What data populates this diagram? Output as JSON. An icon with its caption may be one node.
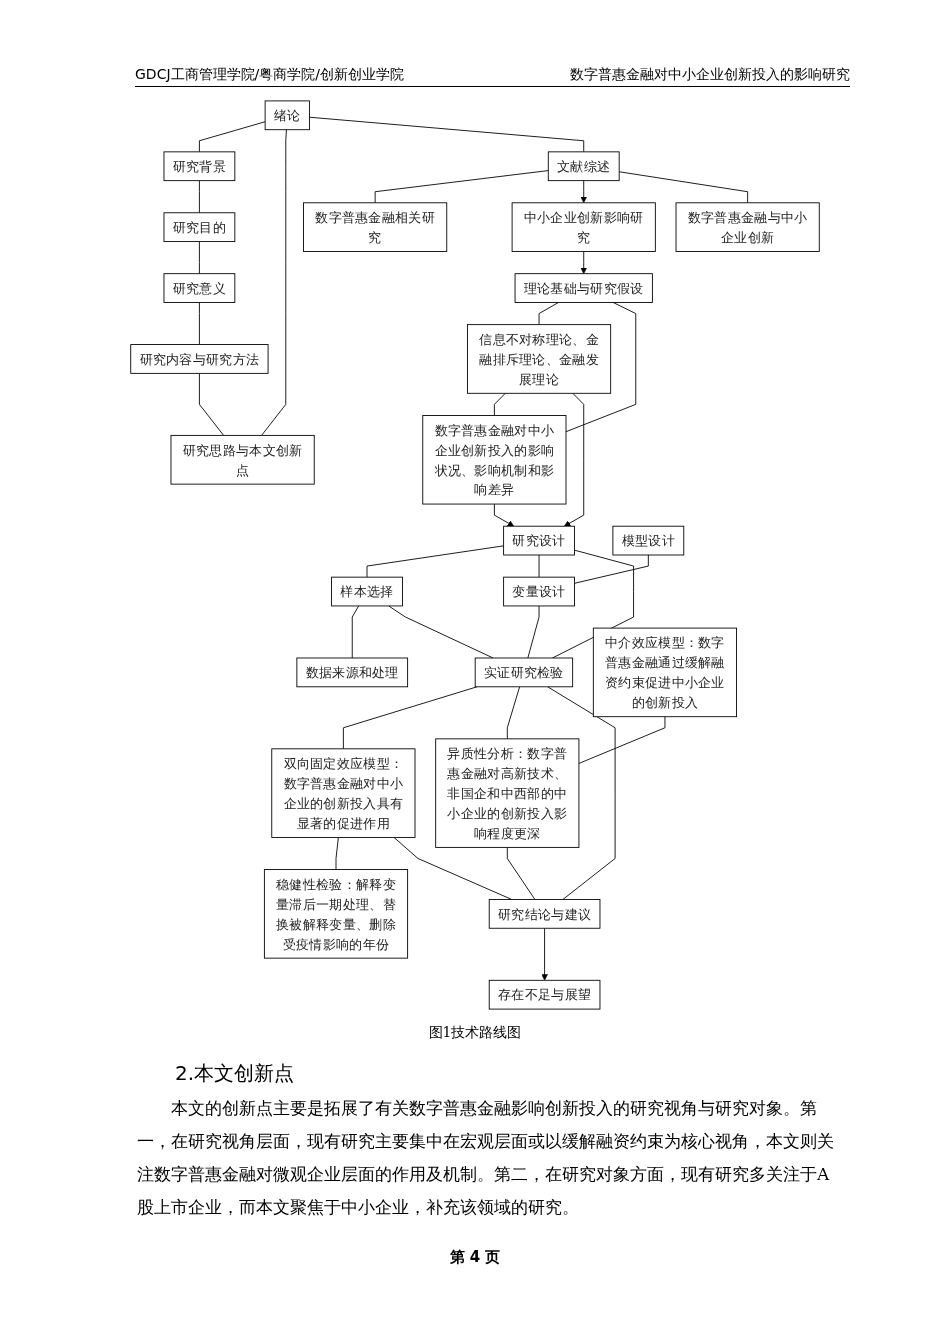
{
  "diagram": {
    "caption": "图1技术路线图",
    "nodes": [
      {
        "text": [
          "绪论"
        ]
      },
      {
        "text": [
          "研究背景"
        ]
      },
      {
        "text": [
          "研究目的"
        ]
      },
      {
        "text": [
          "研究意义"
        ]
      },
      {
        "text": [
          "研究内容与研究方法"
        ]
      },
      {
        "text": [
          "研究思路与本文创新点"
        ]
      },
      {
        "text": [
          "文献综述"
        ]
      },
      {
        "text": [
          "数字普惠金融相关研究"
        ]
      },
      {
        "text": [
          "中小企业创新影响研究"
        ]
      },
      {
        "text": [
          "数字普惠金融与中小企业创新"
        ]
      },
      {
        "text": [
          "理论基础与研究假设"
        ]
      },
      {
        "text": [
          "信息不对称理论、金融排斥理论、金融发展理论"
        ]
      },
      {
        "text": [
          "数字普惠金融对中小企业创新投入的影响状况、影响机制和影响差异"
        ]
      },
      {
        "text": [
          "研究设计"
        ]
      },
      {
        "text": [
          "样本选择"
        ]
      },
      {
        "text": [
          "数据来源和处理"
        ]
      },
      {
        "text": [
          "模型设计"
        ]
      },
      {
        "text": [
          "变量设计"
        ]
      },
      {
        "text": [
          "实证研究检验"
        ]
      },
      {
        "text": [
          "双向固定效应模型：数字普惠金融对中小企业的创新投入具有显著的促进作用"
        ]
      },
      {
        "text": [
          "稳健性检验：解释变量滞后一期处理、替换被解释变量、删除受疫情影响的年份"
        ]
      },
      {
        "text": [
          "中介效应模型：数字普惠金融通过缓解融资约束促进中小企业的创新投入"
        ]
      },
      {
        "text": [
          "异质性分析：数字普惠金融对高新技术、非国企和中西部的中小企业的创新投入影响程度更深"
        ]
      },
      {
        "text": [
          "研究结论与建议"
        ]
      },
      {
        "text": [
          "存在不足与展望"
        ]
      }
    ],
    "edges": [
      {
        "from": 0,
        "to": 1,
        "arrow": "none"
      },
      {
        "from": 0,
        "to": 5,
        "arrow": "none"
      },
      {
        "from": 1,
        "to": 2,
        "arrow": "none"
      },
      {
        "from": 2,
        "to": 3,
        "arrow": "none"
      },
      {
        "from": 3,
        "to": 4,
        "arrow": "none"
      },
      {
        "from": 4,
        "to": 5,
        "arrow": "none"
      },
      {
        "from": 0,
        "to": 6,
        "arrow": "none"
      },
      {
        "from": 6,
        "to": 7,
        "arrow": "none"
      },
      {
        "from": 6,
        "to": 8,
        "arrow": "to"
      },
      {
        "from": 6,
        "to": 9,
        "arrow": "none"
      },
      {
        "from": 8,
        "to": 10,
        "arrow": "to"
      },
      {
        "from": 10,
        "to": 11,
        "arrow": "none"
      },
      {
        "from": 10,
        "to": 12,
        "arrow": "none"
      },
      {
        "from": 11,
        "to": 12,
        "arrow": "none"
      },
      {
        "from": 11,
        "to": 13,
        "arrow": "to"
      },
      {
        "from": 12,
        "to": 13,
        "arrow": "to"
      },
      {
        "from": 13,
        "to": 14,
        "arrow": "none"
      },
      {
        "from": 13,
        "to": 17,
        "arrow": "none"
      },
      {
        "from": 14,
        "to": 15,
        "arrow": "none"
      },
      {
        "from": 16,
        "to": 17,
        "arrow": "none"
      },
      {
        "from": 13,
        "to": 18,
        "arrow": "none"
      },
      {
        "from": 14,
        "to": 18,
        "arrow": "none"
      },
      {
        "from": 17,
        "to": 18,
        "arrow": "none"
      },
      {
        "from": 18,
        "to": 19,
        "arrow": "none"
      },
      {
        "from": 18,
        "to": 22,
        "arrow": "none"
      },
      {
        "from": 19,
        "to": 20,
        "arrow": "none"
      },
      {
        "from": 21,
        "to": 22,
        "arrow": "none"
      },
      {
        "from": 18,
        "to": 23,
        "arrow": "none"
      },
      {
        "from": 19,
        "to": 23,
        "arrow": "none"
      },
      {
        "from": 22,
        "to": 23,
        "arrow": "none"
      },
      {
        "from": 23,
        "to": 24,
        "arrow": "to"
      }
    ],
    "labels": [
      "GDCJ工商管理学院/粤商学院/创新创业学院",
      "数字普惠金融对中小企业创新投入的影响研究",
      "2.本文创新点",
      "本文的创新点主要是拓展了有关数字普惠金融影响创新投入的研究视角与研究对象。第一，在研究视角层面，现有研究主要集中在宏观层面或以缓解融资约束为核心视角，本文则关注数字普惠金融对微观企业层面的作用及机制。第二，在研究对象方面，现有研究多关注于A股上市企业，而本文聚焦于中小企业，补充该领域的研究。",
      "第 4 页"
    ]
  }
}
